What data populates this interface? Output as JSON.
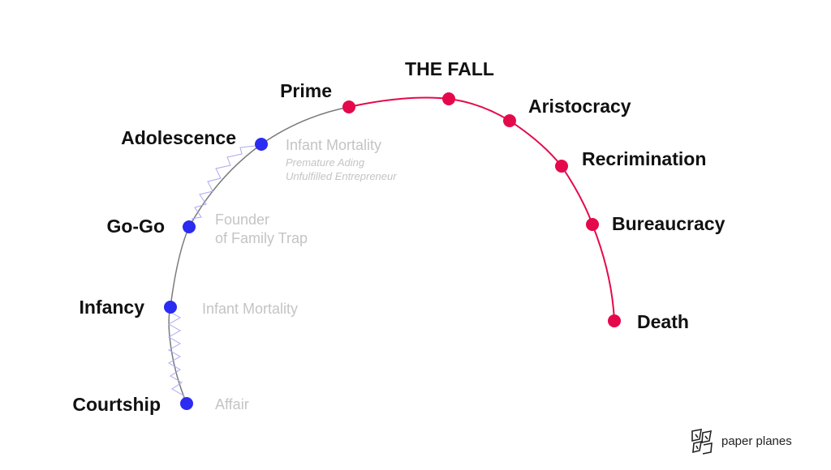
{
  "colors": {
    "growth_dot": "#2b2bf2",
    "decline_dot": "#e5094c",
    "growth_curve": "#7a7a7a",
    "decline_curve": "#e5094c",
    "zigzag": "#a9a9f0",
    "stage_text": "#111111",
    "trap_text": "#c4c4c4"
  },
  "growth_stages": [
    {
      "id": "courtship",
      "label": "Courtship",
      "trap": "Affair"
    },
    {
      "id": "infancy",
      "label": "Infancy",
      "trap": "Infant Mortality"
    },
    {
      "id": "gogo",
      "label": "Go-Go",
      "trap": "Founder",
      "trap_line2": "of Family Trap"
    },
    {
      "id": "adolescence",
      "label": "Adolescence",
      "trap": "Infant Mortality",
      "trap_sub": [
        "Premature Ading",
        "Unfulfilled Entrepreneur"
      ]
    }
  ],
  "decline_stages": [
    {
      "id": "prime",
      "label": "Prime"
    },
    {
      "id": "the-fall",
      "label": "THE FALL"
    },
    {
      "id": "aristocracy",
      "label": "Aristocracy"
    },
    {
      "id": "recrimination",
      "label": "Recrimination"
    },
    {
      "id": "bureaucracy",
      "label": "Bureaucracy"
    },
    {
      "id": "death",
      "label": "Death"
    }
  ],
  "brand": {
    "name": "paper planes",
    "icon": "paper-planes-logo-icon"
  }
}
